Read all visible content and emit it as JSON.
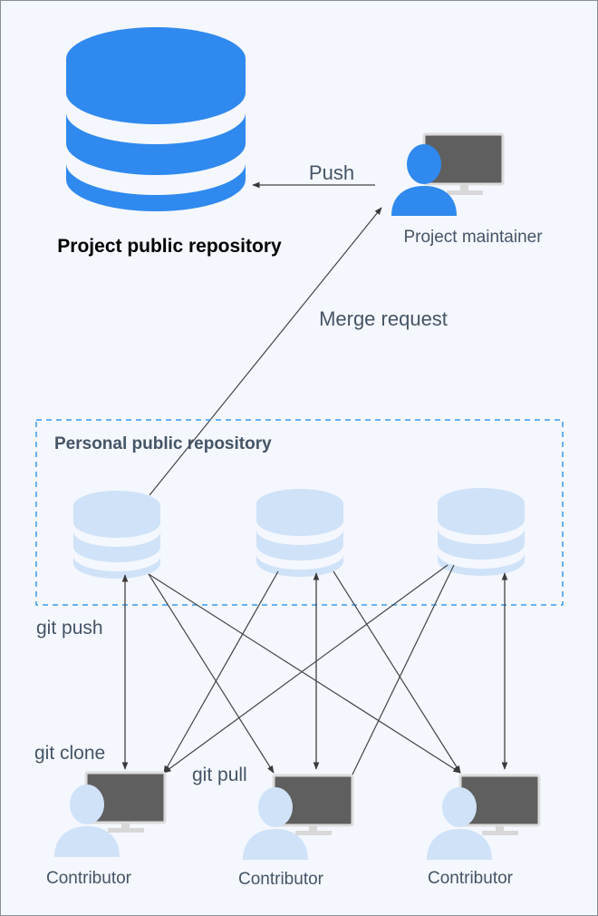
{
  "main_repo": {
    "label": "Project public repository"
  },
  "maintainer": {
    "label": "Project maintainer"
  },
  "arrows": {
    "push": "Push",
    "merge_request": "Merge request"
  },
  "personal_group": {
    "title": "Personal public repository"
  },
  "operations": {
    "git_push": "git push",
    "git_clone": "git clone",
    "git_pull": "git pull"
  },
  "contributors": [
    {
      "label": "Contributor"
    },
    {
      "label": "Contributor"
    },
    {
      "label": "Contributor"
    }
  ],
  "colors": {
    "background": "#f4f7fd",
    "main_repo_blue": "#2f89ee",
    "personal_repo_light": "#cfe2f8",
    "contributor_light": "#cfe2f8",
    "monitor_dark": "#5f5f5f",
    "dashed_border": "#3a9af0",
    "line": "#444444",
    "label_text": "#455466"
  }
}
